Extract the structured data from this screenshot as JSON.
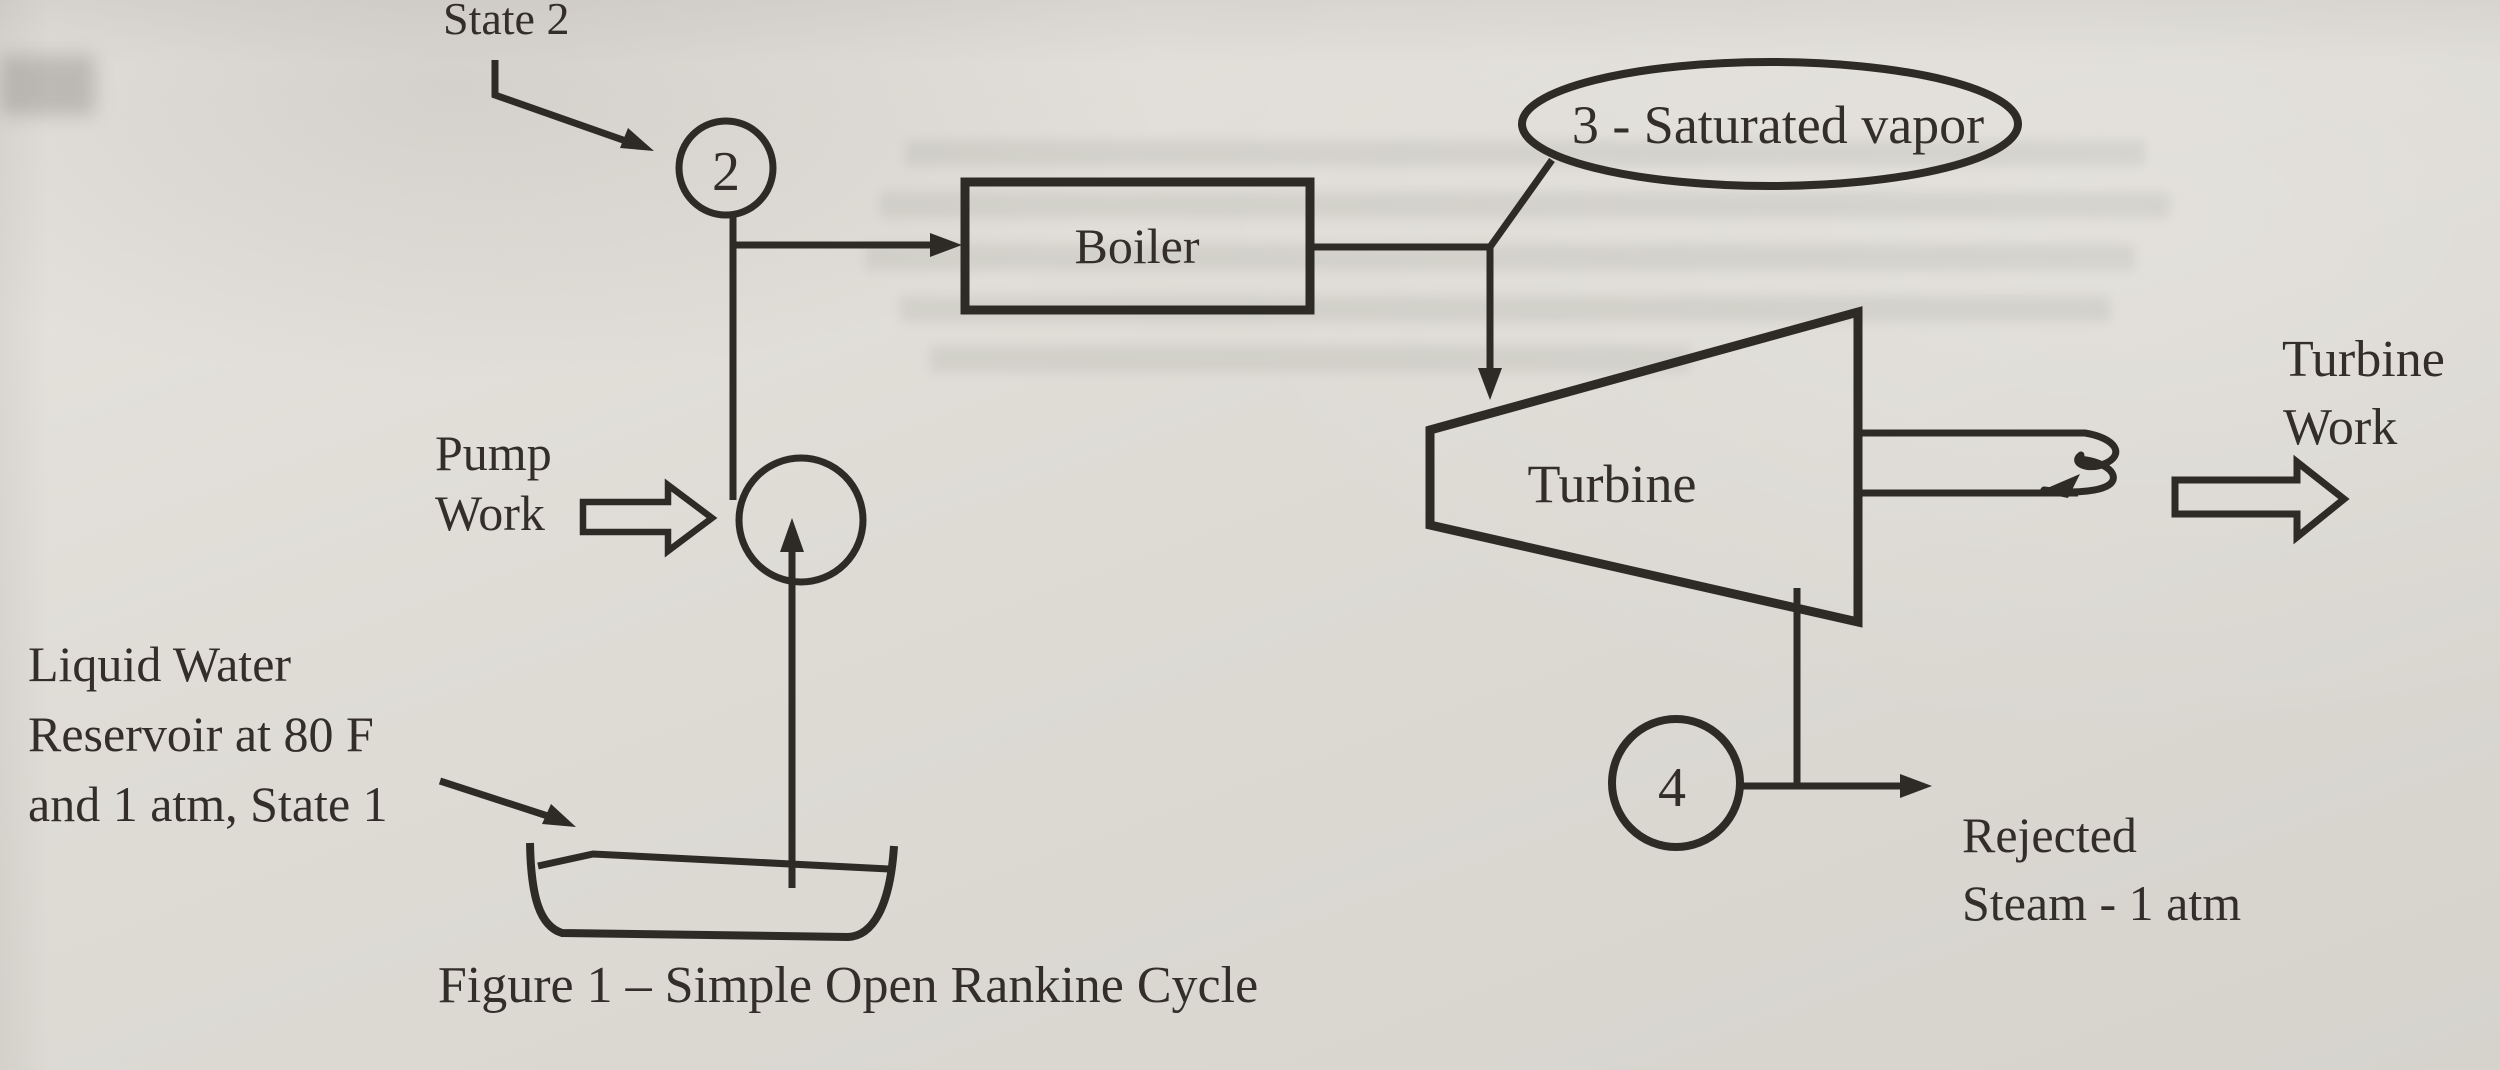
{
  "figure": {
    "caption": "Figure 1 – Simple Open Rankine Cycle",
    "components": {
      "boiler_label": "Boiler",
      "turbine_label": "Turbine"
    },
    "state_points": {
      "state2_callout": "State 2",
      "node2": "2",
      "node3_callout": "3 - Saturated vapor",
      "node4": "4"
    },
    "annotations": {
      "pump_work_line1": "Pump",
      "pump_work_line2": "Work",
      "turbine_work_line1": "Turbine",
      "turbine_work_line2": "Work",
      "reservoir_line1": "Liquid Water",
      "reservoir_line2": "Reservoir at 80 F",
      "reservoir_line3": "and 1 atm, State 1",
      "rejected_line1": "Rejected",
      "rejected_line2": "Steam - 1 atm"
    },
    "colors": {
      "ink": "#2e2a26",
      "paper": "#dcd8d3"
    }
  }
}
